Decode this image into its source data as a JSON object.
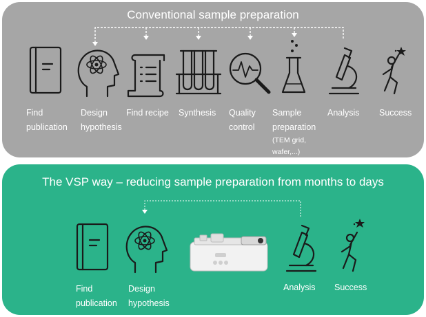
{
  "top_panel": {
    "title": "Conventional sample preparation",
    "steps": [
      {
        "label": "Find\npublication",
        "icon": "book-icon"
      },
      {
        "label": "Design\nhypothesis",
        "icon": "head-atom-icon"
      },
      {
        "label": "Find recipe",
        "icon": "recipe-scroll-icon"
      },
      {
        "label": "Synthesis",
        "icon": "test-tubes-icon"
      },
      {
        "label": "Quality\ncontrol",
        "icon": "magnifier-waveform-icon"
      },
      {
        "label": "Sample\npreparation",
        "sublabel": "(TEM grid,\nwafer,...)",
        "icon": "flask-icon"
      },
      {
        "label": "Analysis",
        "icon": "microscope-icon"
      },
      {
        "label": "Success",
        "icon": "success-person-icon"
      }
    ]
  },
  "bottom_panel": {
    "title": "The VSP way – reducing sample preparation from months to days",
    "steps": [
      {
        "label": "Find\npublication",
        "icon": "book-icon"
      },
      {
        "label": "Design\nhypothesis",
        "icon": "head-atom-icon"
      },
      {
        "label": "",
        "icon": "vsp-instrument-icon"
      },
      {
        "label": "Analysis",
        "icon": "microscope-icon"
      },
      {
        "label": "Success",
        "icon": "success-person-icon"
      }
    ]
  },
  "colors": {
    "top_panel_bg": "#a6a6a6",
    "bottom_panel_bg": "#2bb38a",
    "text": "#ffffff",
    "icon_stroke": "#1a1a1a"
  }
}
